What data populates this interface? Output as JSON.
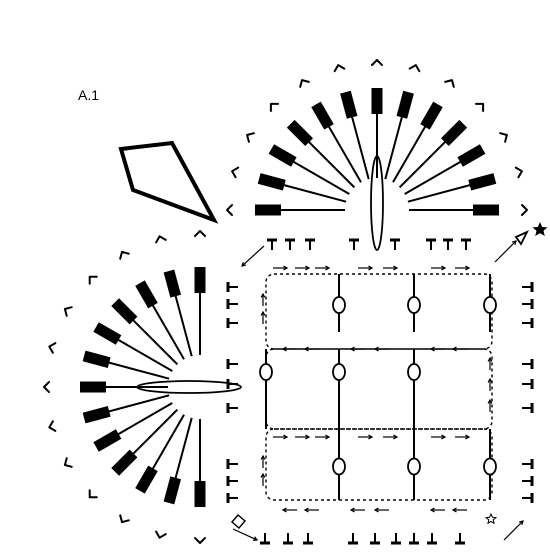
{
  "chart_label": "A.1",
  "colors": {
    "ink": "#000000",
    "background": "#ffffff"
  },
  "symbols": [
    "chain-stitch",
    "single-crochet-post",
    "double-crochet-block",
    "picot-v",
    "bobble-oval",
    "direction-arrow",
    "start-star",
    "end-star"
  ]
}
